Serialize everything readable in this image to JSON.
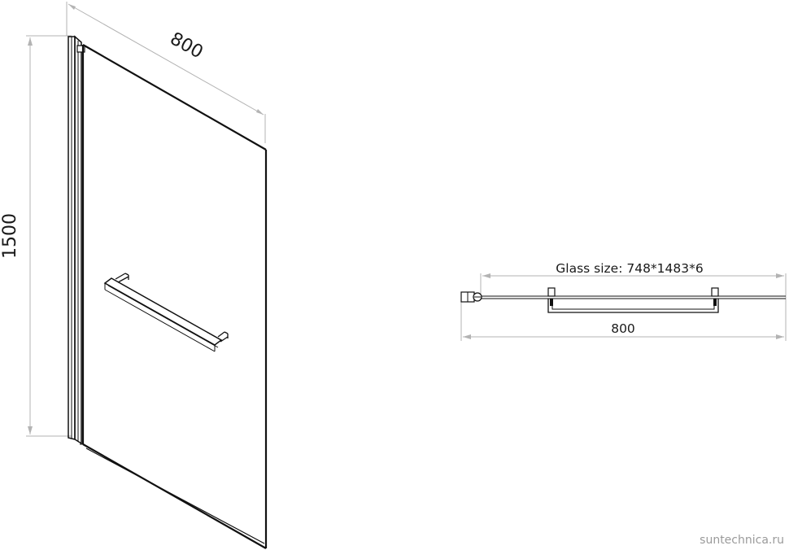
{
  "isometric_view": {
    "width_label": "800",
    "height_label": "1500"
  },
  "top_view": {
    "glass_size_label": "Glass size: 748*1483*6",
    "width_label": "800"
  },
  "watermark": "suntechnica.ru"
}
